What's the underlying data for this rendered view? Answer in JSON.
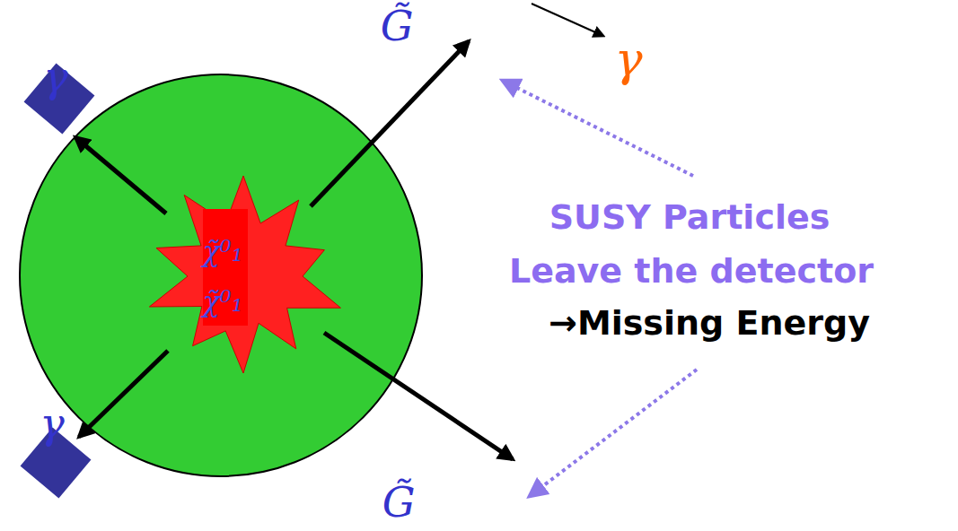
{
  "diagram": {
    "nodes": [
      {
        "text": [
          "χ̃⁰₁",
          "χ̃⁰₁"
        ]
      }
    ],
    "labels": [
      "γ",
      "G̃",
      "γ",
      "γ",
      "G̃",
      "SUSY Particles",
      "Leave the detector",
      "→Missing Energy"
    ]
  }
}
